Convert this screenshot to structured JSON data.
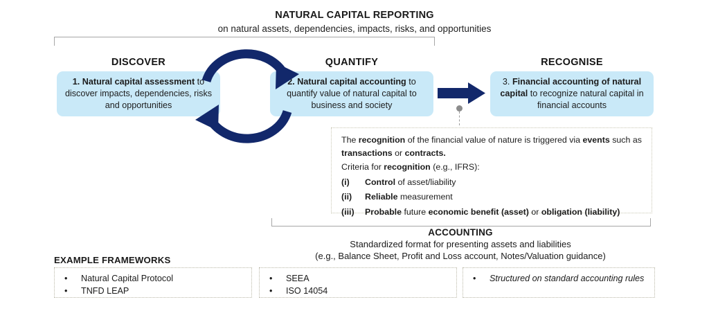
{
  "header": {
    "title": "NATURAL CAPITAL REPORTING",
    "subtitle": "on natural assets, dependencies, impacts, risks, and opportunities"
  },
  "stages": {
    "discover": {
      "heading": "DISCOVER",
      "bold_lead": "1. Natural capital assessment",
      "rest": " to discover impacts, dependencies, risks and opportunities"
    },
    "quantify": {
      "heading": "QUANTIFY",
      "bold_lead": "2. Natural capital accounting",
      "rest": " to quantify value of natural capital to business and society"
    },
    "recognise": {
      "heading": "RECOGNISE",
      "number": "3. ",
      "bold_lead": "Financial accounting of natural capital",
      "rest": "  to recognize natural capital in financial accounts"
    }
  },
  "criteria": {
    "para1_a": "The ",
    "para1_b": "recognition",
    "para1_c": " of the financial value of nature is triggered via ",
    "para1_d": "events",
    "para1_e": " such as ",
    "para1_f": "transactions",
    "para1_g": " or ",
    "para1_h": "contracts.",
    "para2_a": "Criteria for ",
    "para2_b": "recognition",
    "para2_c": " (e.g., IFRS):",
    "items": [
      {
        "num": "(i)",
        "bold1": "Control",
        "plain1": " of asset/liability",
        "bold2": "",
        "plain2": "",
        "bold3": "",
        "plain3": ""
      },
      {
        "num": "(ii)",
        "bold1": "Reliable",
        "plain1": " measurement",
        "bold2": "",
        "plain2": "",
        "bold3": "",
        "plain3": ""
      },
      {
        "num": "(iii)",
        "bold1": "Probable",
        "plain1": " future ",
        "bold2": "economic benefit (asset)",
        "plain2": " or ",
        "bold3": "obligation (liability)",
        "plain3": ""
      }
    ]
  },
  "accounting": {
    "title": "ACCOUNTING",
    "line1": "Standardized format for presenting assets and liabilities",
    "line2": "(e.g., Balance Sheet, Profit and Loss account, Notes/Valuation guidance)"
  },
  "frameworks": {
    "title": "EXAMPLE FRAMEWORKS",
    "bullet": "•",
    "group1": [
      "Natural Capital Protocol",
      "TNFD LEAP"
    ],
    "group2": [
      "SEEA",
      "ISO 14054"
    ],
    "group3": [
      "Structured on standard accounting rules"
    ]
  },
  "colors": {
    "stage_box_fill": "#c9e9f8",
    "arrow_navy": "#12286b",
    "connector_gray": "#8c8c8c",
    "bracket_gray": "#a6a6a6"
  },
  "icons": {
    "cycle_arrow_top": "curved-arrow-right-icon",
    "cycle_arrow_bottom": "curved-arrow-left-icon",
    "straight_arrow": "arrow-right-icon",
    "connector_dot": "connector-dot-icon"
  }
}
